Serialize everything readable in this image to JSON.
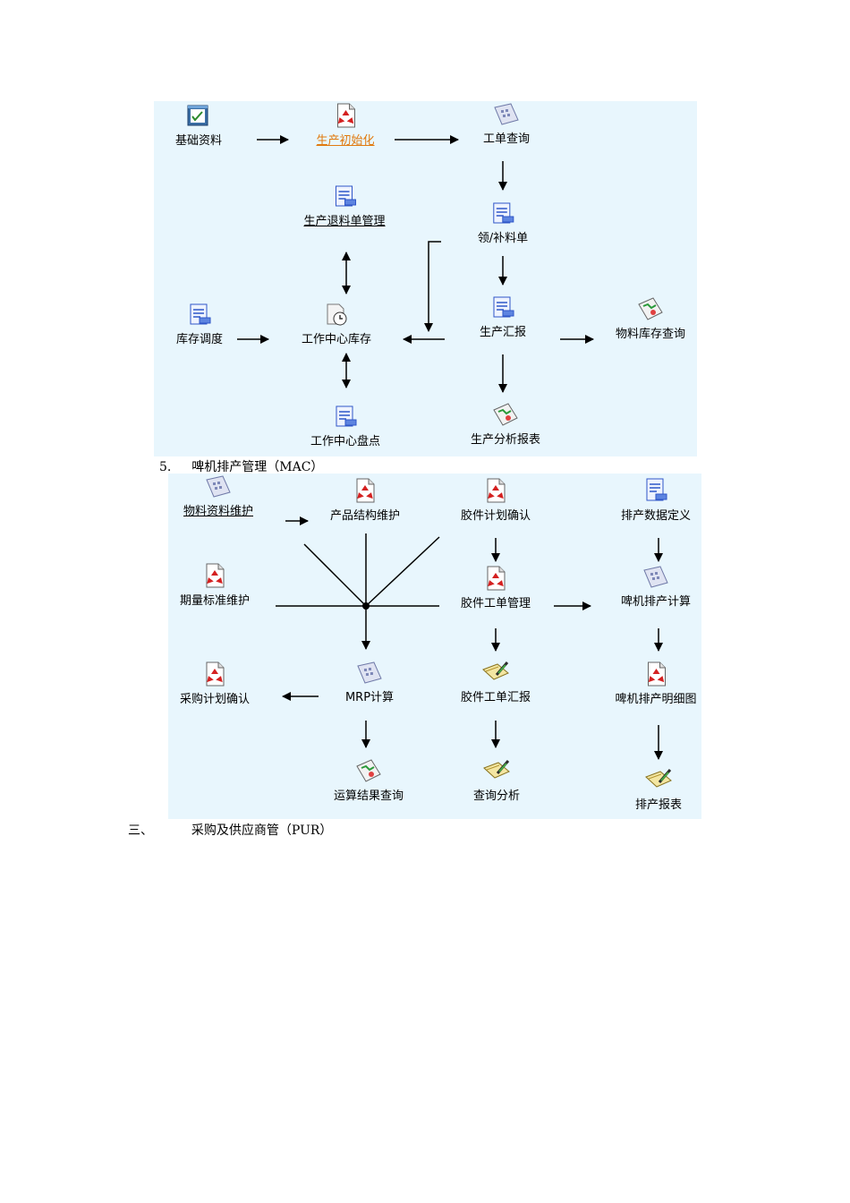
{
  "colors": {
    "panel_bg": "#e8f6fd",
    "link": "#e07a10"
  },
  "diagram1": {
    "nodes": {
      "basic_data": {
        "label": "基础资料",
        "icon": "checklist-window-icon"
      },
      "prod_init": {
        "label": "生产初始化",
        "icon": "red-recycle-document-icon"
      },
      "work_order_query": {
        "label": "工单查询",
        "icon": "calculator-document-icon"
      },
      "return_slip": {
        "label": "生产退料单管理",
        "icon": "blue-form-icon"
      },
      "issue_slip": {
        "label": "领/补料单",
        "icon": "blue-form-icon"
      },
      "stock_adjust": {
        "label": "库存调度",
        "icon": "blue-form-icon"
      },
      "wc_stock": {
        "label": "工作中心库存",
        "icon": "clock-document-icon"
      },
      "prod_report": {
        "label": "生产汇报",
        "icon": "blue-form-icon"
      },
      "material_stock_query": {
        "label": "物料库存查询",
        "icon": "chart-document-icon"
      },
      "wc_count": {
        "label": "工作中心盘点",
        "icon": "blue-form-icon"
      },
      "prod_analysis": {
        "label": "生产分析报表",
        "icon": "chart-document-icon"
      }
    }
  },
  "section5": {
    "number": "5.",
    "title": "啤机排产管理（MAC）"
  },
  "diagram2": {
    "nodes": {
      "material_maint": {
        "label": "物料资料维护",
        "icon": "calculator-document-icon"
      },
      "bom_maint": {
        "label": "产品结构维护",
        "icon": "red-recycle-document-icon"
      },
      "glue_plan_confirm": {
        "label": "胶件计划确认",
        "icon": "red-recycle-document-icon"
      },
      "schedule_def": {
        "label": "排产数据定义",
        "icon": "blue-form-icon"
      },
      "period_std": {
        "label": "期量标准维护",
        "icon": "red-recycle-document-icon"
      },
      "glue_wo_mgmt": {
        "label": "胶件工单管理",
        "icon": "red-recycle-document-icon"
      },
      "schedule_calc": {
        "label": "啤机排产计算",
        "icon": "calculator-document-icon"
      },
      "purchase_confirm": {
        "label": "采购计划确认",
        "icon": "red-recycle-document-icon"
      },
      "mrp_calc": {
        "label": "MRP计算",
        "icon": "calculator-document-icon"
      },
      "glue_wo_report": {
        "label": "胶件工单汇报",
        "icon": "notebook-pen-icon"
      },
      "schedule_detail": {
        "label": "啤机排产明细图",
        "icon": "red-recycle-document-icon"
      },
      "calc_result_query": {
        "label": "运算结果查询",
        "icon": "chart-document-icon"
      },
      "query_analysis": {
        "label": "查询分析",
        "icon": "notebook-pen-icon"
      },
      "schedule_report": {
        "label": "排产报表",
        "icon": "notebook-pen-icon"
      }
    }
  },
  "section3": {
    "number": "三、",
    "title": "采购及供应商管（PUR）"
  }
}
